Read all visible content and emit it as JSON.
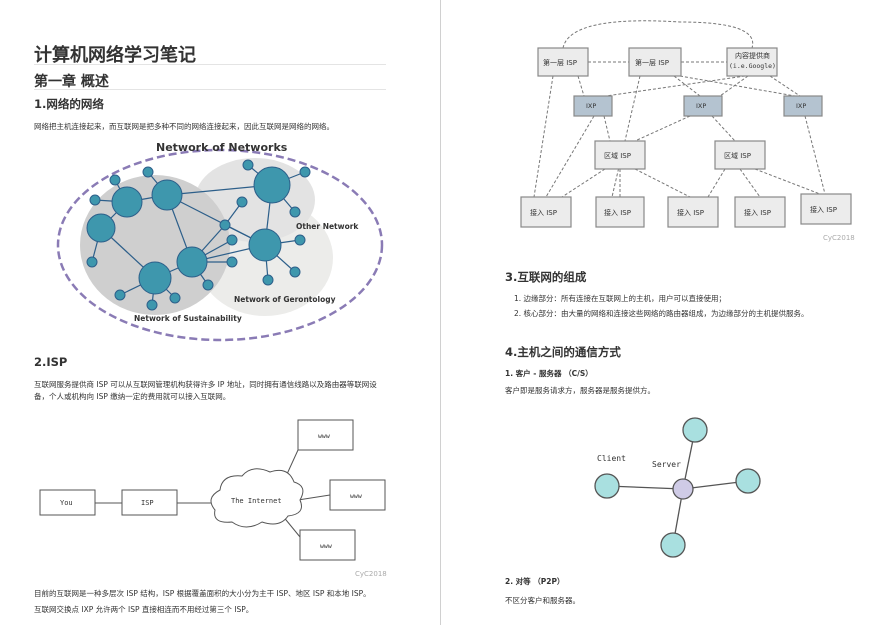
{
  "left_page": {
    "title": "计算机网络学习笔记",
    "chapter": "第一章 概述",
    "section1": {
      "heading": "1.网络的网络",
      "text": "网络把主机连接起来，而互联网是把多种不同的网络连接起来，因此互联网是网络的网络。",
      "figure": {
        "title": "Network of Networks",
        "labels": [
          "Other Network",
          "Network of Gerontology",
          "Network of Sustainability"
        ]
      }
    },
    "section2": {
      "heading": "2.ISP",
      "text_line1": "互联网服务提供商 ISP 可以从互联网管理机构获得许多 IP 地址，同时拥有通信线路以及路由器等联网设",
      "text_line2": "备，个人或机构向 ISP 缴纳一定的费用就可以接入互联网。",
      "figure": {
        "you": "You",
        "isp": "ISP",
        "cloud": "The Internet",
        "www": [
          "www",
          "www",
          "www"
        ],
        "watermark": "CyC2018"
      },
      "after1": "目前的互联网是一种多层次 ISP 结构，ISP 根据覆盖面积的大小分为主干 ISP、地区 ISP 和本地 ISP。",
      "after2": "互联网交换点 IXP 允许两个 ISP 直接相连而不用经过第三个 ISP。"
    }
  },
  "right_page": {
    "hierarchy": {
      "tier1": [
        "第一层 ISP",
        "第一层 ISP"
      ],
      "content_line1": "内容提供商",
      "content_line2": "(i.e.Google)",
      "ixp": [
        "IXP",
        "IXP",
        "IXP"
      ],
      "regional": [
        "区域 ISP",
        "区域 ISP"
      ],
      "access": [
        "接入 ISP",
        "接入 ISP",
        "接入 ISP",
        "接入 ISP",
        "接入 ISP"
      ],
      "watermark": "CyC2018"
    },
    "section3": {
      "heading": "3.互联网的组成",
      "items": [
        "1. 边缘部分：所有连接在互联网上的主机，用户可以直接使用；",
        "2. 核心部分：由大量的网络和连接这些网络的路由器组成，为边缘部分的主机提供服务。"
      ]
    },
    "section4": {
      "heading": "4.主机之间的通信方式",
      "cs_heading": "1. 客户 - 服务器 （C/S）",
      "cs_text": "客户即是服务请求方，服务器是服务提供方。",
      "cs_figure": {
        "client": "Client",
        "server": "Server"
      },
      "p2p_heading": "2. 对等 （P2P）",
      "p2p_text": "不区分客户和服务器。"
    }
  },
  "colors": {
    "node": "#3e97ad",
    "ixp": "#b4c3d0",
    "box": "#ececec",
    "ellipse": "#8a7bb5",
    "client_node": "#a9e0e0",
    "server_node": "#cfcbe6"
  }
}
